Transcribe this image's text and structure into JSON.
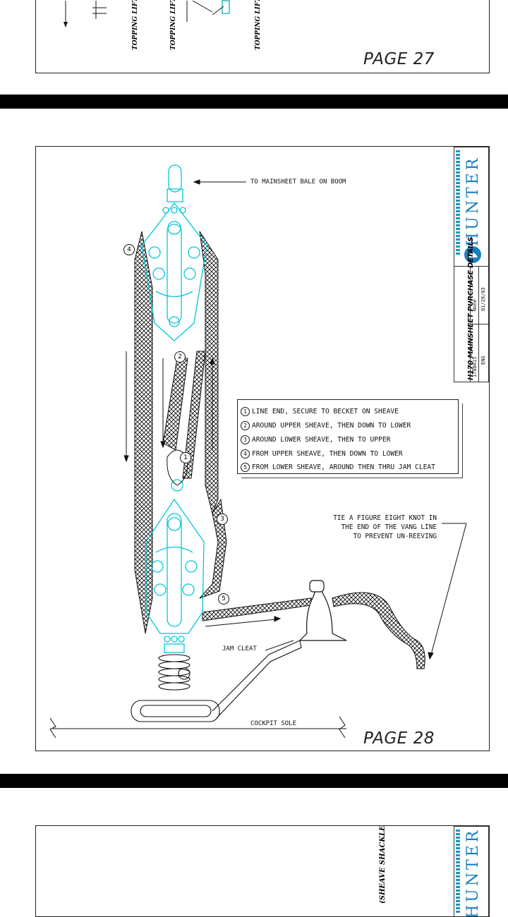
{
  "page27": {
    "page_label": "PAGE 27",
    "rotated_labels": [
      "TOPPING LIFT",
      "TOPPING LIFT PADEYE",
      "TOPPING LIFT CLEAT"
    ]
  },
  "page28": {
    "page_label": "PAGE 28",
    "brand": "HUNTER",
    "title": "H170 MAINSHEET PURCHASE DETAILS",
    "title_fields": {
      "drawing_no": "1708015",
      "scale": "None",
      "dept": "ENG",
      "date": "01/28/03"
    },
    "top_annotation": "TO MAINSHEET BALE ON BOOM",
    "legend": [
      {
        "n": "1",
        "text": "LINE END, SECURE TO BECKET ON SHEAVE"
      },
      {
        "n": "2",
        "text": "AROUND UPPER SHEAVE, THEN DOWN TO LOWER"
      },
      {
        "n": "3",
        "text": "AROUND LOWER SHEAVE, THEN TO UPPER"
      },
      {
        "n": "4",
        "text": "FROM UPPER SHEAVE, THEN DOWN TO LOWER"
      },
      {
        "n": "5",
        "text": "FROM LOWER SHEAVE, AROUND THEN THRU JAM CLEAT"
      }
    ],
    "knot_note": "TIE A FIGURE EIGHT KNOT IN\nTHE END OF THE VANG LINE\nTO PREVENT UN-REEVING",
    "jam_cleat_label": "JAM CLEAT",
    "cockpit_label": "COCKPIT SOLE",
    "callouts": [
      "1",
      "2",
      "3",
      "4",
      "5"
    ]
  },
  "page29": {
    "brand": "HUNTER",
    "rotated_partial": "(SHEAVE SHACKLE)"
  }
}
